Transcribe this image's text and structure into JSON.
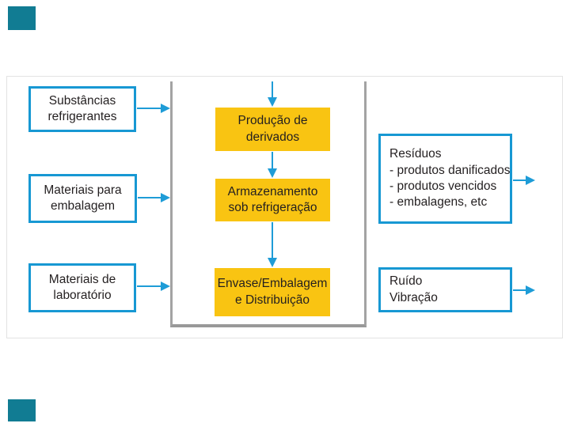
{
  "slide": {
    "background_color": "#ffffff",
    "accent_bar_color": "#117c93"
  },
  "diagram": {
    "colors": {
      "input_output_box_border_blue": "#1798d3",
      "arrow_blue": "#1e9cd7",
      "process_box_fill_yellow": "#f9c412",
      "process_container_border_gray": "#a3a3a3",
      "outer_frame_gray": "#e3e3e3",
      "text_dark": "#231f20"
    },
    "inputs": [
      {
        "lines": [
          "Substâncias",
          "refrigerantes"
        ]
      },
      {
        "lines": [
          "Materiais para",
          "embalagem"
        ]
      },
      {
        "lines": [
          "Materiais de",
          "laboratório"
        ]
      }
    ],
    "processes": [
      {
        "lines": [
          "Produção de",
          "derivados"
        ]
      },
      {
        "lines": [
          "Armazenamento",
          "sob refrigeração"
        ]
      },
      {
        "lines": [
          "Envase/Embalagem",
          "e Distribuição"
        ]
      }
    ],
    "outputs": [
      {
        "lines": [
          "Resíduos",
          "- produtos danificados",
          "- produtos vencidos",
          "- embalagens, etc"
        ]
      },
      {
        "lines": [
          "Ruído",
          "Vibração"
        ]
      }
    ]
  }
}
